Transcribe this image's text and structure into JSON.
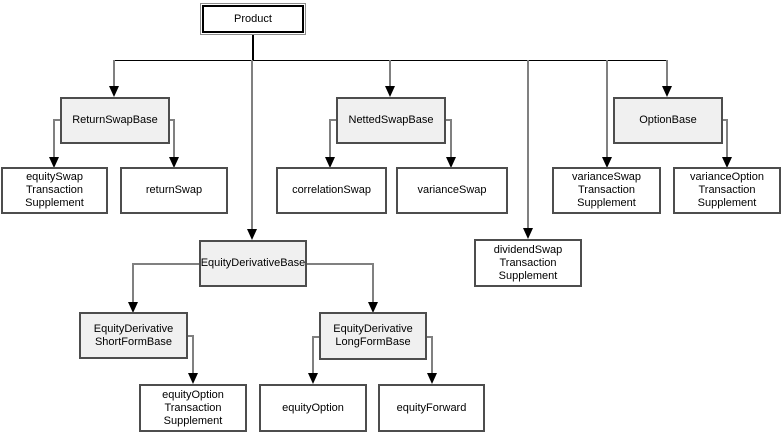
{
  "diagram": {
    "type": "schema-hierarchy",
    "background_color": "#ffffff",
    "base_type_fill": "#f0f0f0",
    "element_fill": "#ffffff",
    "border_color": "#4d4d4d",
    "connector_color": "#808080",
    "bus_color": "#000000",
    "arrowhead_color": "#000000"
  },
  "nodes": {
    "product": {
      "label": "Product",
      "kind": "root"
    },
    "returnSwapBase": {
      "label": "ReturnSwapBase",
      "kind": "base"
    },
    "nettedSwapBase": {
      "label": "NettedSwapBase",
      "kind": "base"
    },
    "optionBase": {
      "label": "OptionBase",
      "kind": "base"
    },
    "equitySwapTransactionSupplement": {
      "label": "equitySwap\nTransaction\nSupplement",
      "kind": "element"
    },
    "returnSwap": {
      "label": "returnSwap",
      "kind": "element"
    },
    "correlationSwap": {
      "label": "correlationSwap",
      "kind": "element"
    },
    "varianceSwap": {
      "label": "varianceSwap",
      "kind": "element"
    },
    "varianceSwapTransactionSupplement": {
      "label": "varianceSwap\nTransaction\nSupplement",
      "kind": "element"
    },
    "varianceOptionTransactionSupplement": {
      "label": "varianceOption\nTransaction\nSupplement",
      "kind": "element"
    },
    "dividendSwapTransactionSupplement": {
      "label": "dividendSwap\nTransaction\nSupplement",
      "kind": "element"
    },
    "equityDerivativeBase": {
      "label": "EquityDerivativeBase",
      "kind": "base"
    },
    "equityDerivativeShortFormBase": {
      "label": "EquityDerivative\nShortFormBase",
      "kind": "base"
    },
    "equityDerivativeLongFormBase": {
      "label": "EquityDerivative\nLongFormBase",
      "kind": "base"
    },
    "equityOptionTransactionSupplement": {
      "label": "equityOption\nTransaction\nSupplement",
      "kind": "element"
    },
    "equityOption": {
      "label": "equityOption",
      "kind": "element"
    },
    "equityForward": {
      "label": "equityForward",
      "kind": "element"
    }
  },
  "edges": [
    {
      "from": "Product",
      "to": "ReturnSwapBase"
    },
    {
      "from": "Product",
      "to": "NettedSwapBase"
    },
    {
      "from": "Product",
      "to": "OptionBase"
    },
    {
      "from": "Product",
      "to": "EquityDerivativeBase"
    },
    {
      "from": "Product",
      "to": "dividendSwapTransactionSupplement"
    },
    {
      "from": "Product",
      "to": "varianceSwapTransactionSupplement"
    },
    {
      "from": "ReturnSwapBase",
      "to": "equitySwapTransactionSupplement"
    },
    {
      "from": "ReturnSwapBase",
      "to": "returnSwap"
    },
    {
      "from": "NettedSwapBase",
      "to": "correlationSwap"
    },
    {
      "from": "NettedSwapBase",
      "to": "varianceSwap"
    },
    {
      "from": "OptionBase",
      "to": "varianceOptionTransactionSupplement"
    },
    {
      "from": "EquityDerivativeBase",
      "to": "EquityDerivativeShortFormBase"
    },
    {
      "from": "EquityDerivativeBase",
      "to": "EquityDerivativeLongFormBase"
    },
    {
      "from": "EquityDerivativeShortFormBase",
      "to": "equityOptionTransactionSupplement"
    },
    {
      "from": "EquityDerivativeLongFormBase",
      "to": "equityOption"
    },
    {
      "from": "EquityDerivativeLongFormBase",
      "to": "equityForward"
    }
  ]
}
